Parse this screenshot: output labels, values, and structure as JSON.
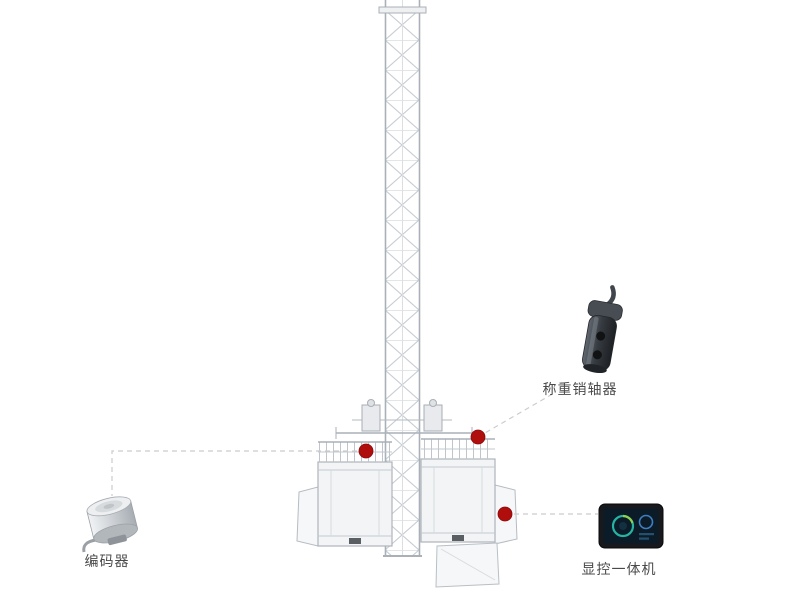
{
  "diagram": {
    "labels": {
      "encoder": "编码器",
      "load_pin": "称重销轴器",
      "display": "显控一体机"
    },
    "colors": {
      "marker": "#b00d0d",
      "connector": "#cccccc",
      "line_art": "#b4bac0",
      "label_text": "#4a4a4a",
      "background": "#ffffff"
    }
  }
}
